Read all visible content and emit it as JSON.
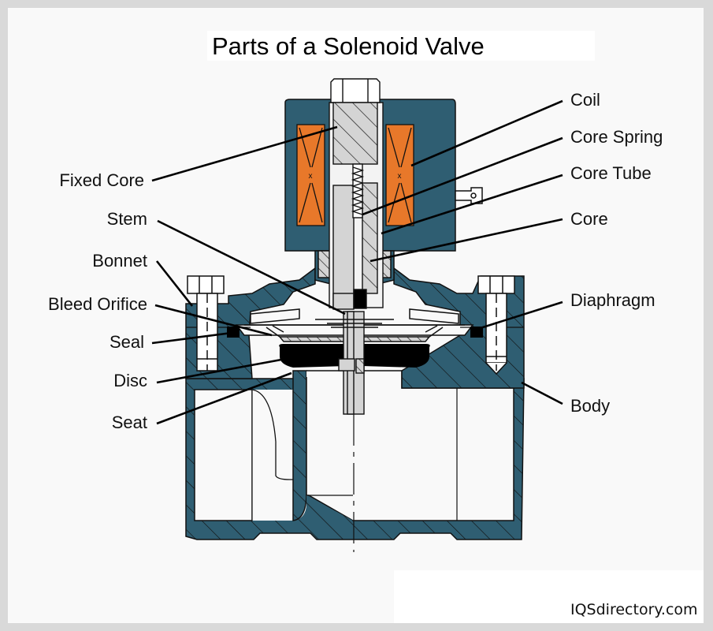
{
  "title": "Parts of a Solenoid Valve",
  "colors": {
    "housing": "#2f5e72",
    "coil": "#e8782a",
    "metal": "#d4d4d4",
    "seal": "#000000",
    "background": "#f9f9f9",
    "frame": "#d9d9d9"
  },
  "labels": {
    "left": [
      {
        "id": "fixed-core",
        "text": "Fixed Core"
      },
      {
        "id": "stem",
        "text": "Stem"
      },
      {
        "id": "bonnet",
        "text": "Bonnet"
      },
      {
        "id": "bleed-orifice",
        "text": "Bleed Orifice"
      },
      {
        "id": "seal",
        "text": "Seal"
      },
      {
        "id": "disc",
        "text": "Disc"
      },
      {
        "id": "seat",
        "text": "Seat"
      }
    ],
    "right": [
      {
        "id": "coil",
        "text": "Coil"
      },
      {
        "id": "core-spring",
        "text": "Core Spring"
      },
      {
        "id": "core-tube",
        "text": "Core Tube"
      },
      {
        "id": "core",
        "text": "Core"
      },
      {
        "id": "diaphragm",
        "text": "Diaphragm"
      },
      {
        "id": "body",
        "text": "Body"
      }
    ]
  },
  "watermark": "IQSdirectory.com"
}
